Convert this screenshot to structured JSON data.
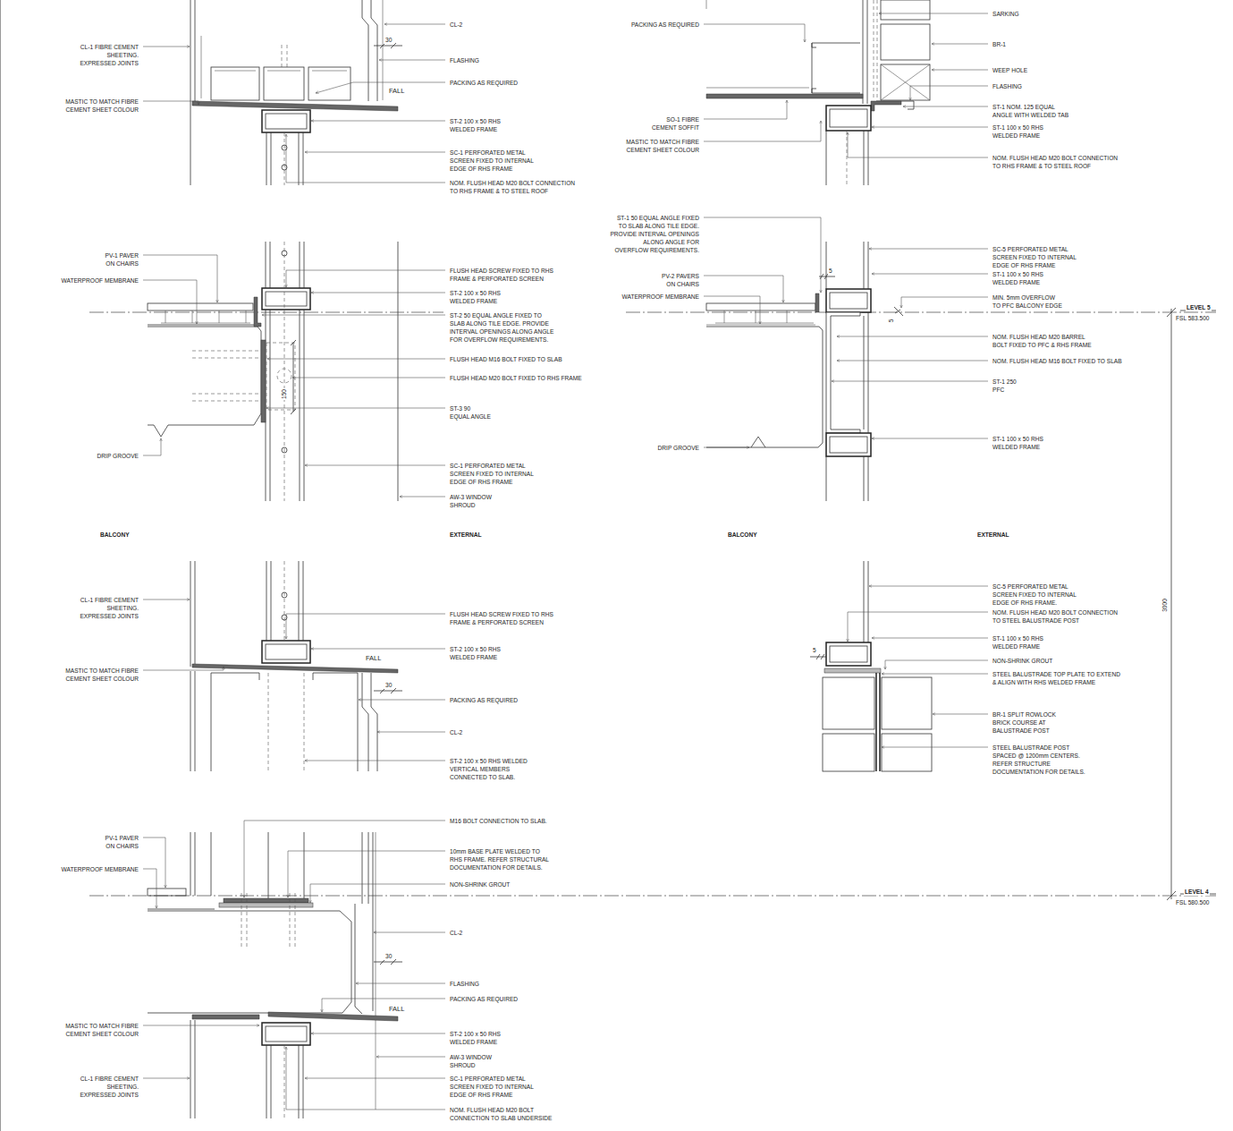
{
  "diagram": {
    "labels": [
      "CL-2",
      "CL-1 FIBRE CEMENT SHEETING. EXPRESSED JOINTS",
      "30",
      "FLASHING",
      "PACKING AS REQUIRED",
      "FALL",
      "MASTIC TO MATCH FIBRE CEMENT SHEET COLOUR",
      "ST-2 100 x 50 RHS WELDED FRAME",
      "SC-1 PERFORATED METAL SCREEN FIXED TO INTERNAL EDGE OF RHS FRAME",
      "NOM. FLUSH HEAD M20 BOLT CONNECTION TO RHS FRAME & TO STEEL ROOF",
      "PACKING AS REQUIRED",
      "SARKING",
      "BR-1",
      "WEEP HOLE",
      "FLASHING",
      "SO-1 FIBRE CEMENT SOFFIT",
      "MASTIC TO MATCH FIBRE CEMENT SHEET COLOUR",
      "ST-1 NOM. 125 EQUAL ANGLE WITH WELDED TAB",
      "ST-1 100 x 50 RHS WELDED FRAME",
      "NOM. FLUSH HEAD M20 BOLT CONNECTION TO RHS FRAME & TO STEEL ROOF",
      "PV-1 PAVER ON CHAIRS",
      "WATERPROOF MEMBRANE",
      "FLUSH HEAD SCREW FIXED TO RHS FRAME & PERFORATED SCREEN",
      "ST-2 100 x 50 RHS WELDED FRAME",
      "ST-2 50 EQUAL ANGLE FIXED TO SLAB ALONG TILE EDGE. PROVIDE INTERVAL OPENINGS ALONG ANGLE FOR OVERFLOW REQUIREMENTS.",
      "FLUSH HEAD M16 BOLT FIXED TO SLAB",
      "FLUSH HEAD M20 BOLT FIXED TO RHS FRAME",
      "150",
      "ST-3 90 EQUAL ANGLE",
      "DRIP GROOVE",
      "SC-1 PERFORATED METAL SCREEN FIXED TO INTERNAL EDGE OF RHS FRAME",
      "AW-3 WINDOW SHROUD",
      "BALCONY",
      "EXTERNAL",
      "ST-1 50 EQUAL ANGLE FIXED TO SLAB ALONG TILE EDGE. PROVIDE INTERVAL OPENINGS ALONG ANGLE FOR OVERFLOW REQUIREMENTS.",
      "5",
      "PV-2 PAVERS ON CHAIRS",
      "WATERPROOF MEMBRANE",
      "SC-5 PERFORATED METAL SCREEN FIXED TO INTERNAL EDGE OF RHS FRAME",
      "ST-1 100 x 50 RHS WELDED FRAME",
      "MIN. 5mm OVERFLOW TO PFC BALCONY EDGE",
      "5",
      "LEVEL 5",
      "FSL 583.500",
      "NOM. FLUSH HEAD M20 BARREL BOLT FIXED TO PFC & RHS FRAME",
      "NOM. FLUSH HEAD M16 BOLT FIXED TO SLAB",
      "ST-1 250 PFC",
      "DRIP GROOVE",
      "ST-1 100 x 50 RHS WELDED FRAME",
      "BALCONY",
      "EXTERNAL",
      "3000",
      "CL-1 FIBRE CEMENT SHEETING. EXPRESSED JOINTS",
      "FLUSH HEAD SCREW FIXED TO RHS FRAME & PERFORATED SCREEN",
      "ST-2 100 x 50 RHS WELDED FRAME",
      "FALL",
      "MASTIC TO MATCH FIBRE CEMENT SHEET COLOUR",
      "30",
      "PACKING AS REQUIRED",
      "CL-2",
      "ST-2 100 x 50 RHS WELDED VERTICAL MEMBERS CONNECTED TO SLAB.",
      "SC-5 PERFORATED METAL SCREEN FIXED TO INTERNAL EDGE OF RHS FRAME.",
      "NOM. FLUSH HEAD M20 BOLT CONNECTION TO STEEL BALUSTRADE POST",
      "5",
      "ST-1 100 x 50 RHS WELDED FRAME",
      "NON-SHRINK GROUT",
      "STEEL BALUSTRADE TOP PLATE TO EXTEND & ALIGN WITH RHS WELDED FRAME",
      "BR-1 SPLIT ROWLOCK BRICK COURSE AT BALUSTRADE POST",
      "STEEL BALUSTRADE POST SPACED @ 1200mm CENTERS. REFER STRUCTURE DOCUMENTATION FOR DETAILS.",
      "M16 BOLT CONNECTION TO SLAB.",
      "PV-1 PAVER ON CHAIRS",
      "WATERPROOF MEMBRANE",
      "10mm BASE PLATE WELDED TO RHS FRAME. REFER STRUCTURAL DOCUMENTATION FOR DETAILS.",
      "NON-SHRINK GROUT",
      "LEVEL 4",
      "FSL 580.500",
      "CL-2",
      "30",
      "FLASHING",
      "PACKING AS REQUIRED",
      "FALL",
      "MASTIC TO MATCH FIBRE CEMENT SHEET COLOUR",
      "ST-2 100 x 50 RHS WELDED FRAME",
      "AW-3 WINDOW SHROUD",
      "SC-1 PERFORATED METAL SCREEN FIXED TO INTERNAL EDGE OF RHS FRAME",
      "CL-1 FIBRE CEMENT SHEETING. EXPRESSED JOINTS",
      "NOM. FLUSH HEAD M20 BOLT CONNECTION TO SLAB UNDERSIDE"
    ]
  }
}
